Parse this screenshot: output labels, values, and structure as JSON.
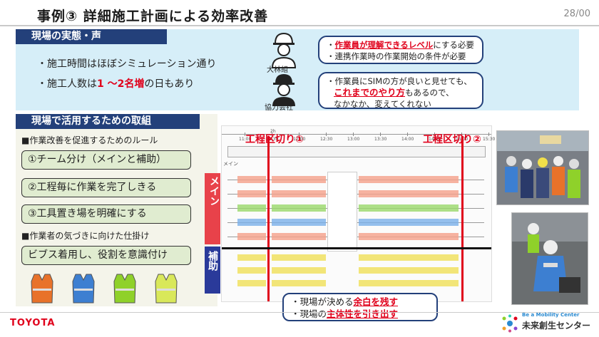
{
  "title": "事例③ 詳細施工計画による効率改善",
  "page_number": "28/00",
  "section1": {
    "header": "現場の実態・声",
    "bullets": [
      {
        "prefix": "・施工時間はほぼシミュレーション通り"
      },
      {
        "prefix": "・施工人数は",
        "highlight": "1 ～2名増",
        "suffix": "の日もあり"
      }
    ],
    "voices": [
      {
        "role": "大林組",
        "lines": [
          {
            "pre": "・",
            "red": "作業員が理解できるレベル",
            "post": "にする必要"
          },
          {
            "pre": "・連携作業時の作業開始の条件が必要",
            "red": "",
            "post": ""
          }
        ]
      },
      {
        "role": "協力会社",
        "lines": [
          {
            "pre": "・作業員にSIMの方が良いと見せても、",
            "red": "",
            "post": ""
          },
          {
            "pre": "",
            "red": "これまでのやり方",
            "post": "もあるので、"
          },
          {
            "pre": "なかなか、変えてくれない",
            "red": "",
            "post": ""
          }
        ]
      }
    ]
  },
  "section2": {
    "header": "現場で活用するための取組",
    "rules_heading": "■作業改善を促進するためのルール",
    "rules": [
      "①チーム分け（メインと補助）",
      "②工程毎に作業を完了しきる",
      "③工具置き場を明確にする"
    ],
    "awareness_heading": "■作業者の気づきに向けた仕掛け",
    "awareness_box": "ビブス着用し、役割を意識付け",
    "vest_colors": [
      "#e8722a",
      "#3d7fd1",
      "#8fd12a",
      "#d9e85a"
    ]
  },
  "chart": {
    "division1": "工程区切り①",
    "division2": "工程区切り②",
    "zone_main": "メイン",
    "zone_support": "補助",
    "time_labels": [
      "11:00",
      "11:30",
      "12:00",
      "12:30",
      "13:00",
      "13:30",
      "14:00",
      "14:30",
      "15:00",
      "15:30"
    ],
    "top_small_label": "2h",
    "side_label": "メイン",
    "main_color": "#e8424a",
    "support_color": "#2a3a9a",
    "line_color": "#e0001b",
    "row_colors": [
      "#f5a08a",
      "#f5a08a",
      "#9ad86a",
      "#7ab0ea",
      "#f5a08a"
    ],
    "support_row_colors": [
      "#f0e060",
      "#f0e060",
      "#f0e060"
    ]
  },
  "takeaway": {
    "line1_pre": "・現場が決める",
    "line1_red": "余白を残す",
    "line2_pre": "・現場の",
    "line2_red": "主体性を引き出す"
  },
  "footer": {
    "company": "TOYOTA",
    "org": "未来創生センター",
    "org_tag": "Be a Mobility Center"
  }
}
